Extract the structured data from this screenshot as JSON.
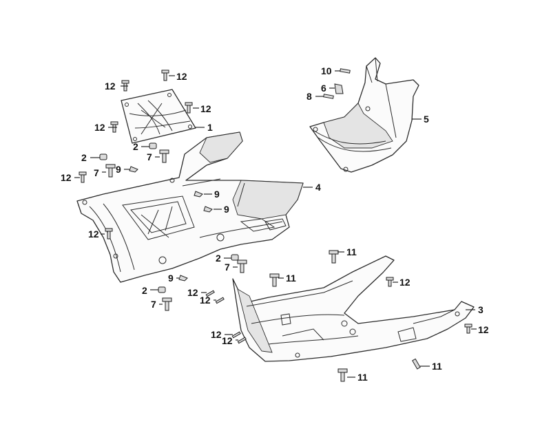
{
  "diagram": {
    "callouts": [
      {
        "id": "c1",
        "label": "1"
      },
      {
        "id": "c2a",
        "label": "2"
      },
      {
        "id": "c2b",
        "label": "2"
      },
      {
        "id": "c2c",
        "label": "2"
      },
      {
        "id": "c2d",
        "label": "2"
      },
      {
        "id": "c3",
        "label": "3"
      },
      {
        "id": "c4",
        "label": "4"
      },
      {
        "id": "c5",
        "label": "5"
      },
      {
        "id": "c6",
        "label": "6"
      },
      {
        "id": "c7a",
        "label": "7"
      },
      {
        "id": "c7b",
        "label": "7"
      },
      {
        "id": "c7c",
        "label": "7"
      },
      {
        "id": "c7d",
        "label": "7"
      },
      {
        "id": "c8",
        "label": "8"
      },
      {
        "id": "c9a",
        "label": "9"
      },
      {
        "id": "c9b",
        "label": "9"
      },
      {
        "id": "c9c",
        "label": "9"
      },
      {
        "id": "c9d",
        "label": "9"
      },
      {
        "id": "c10",
        "label": "10"
      },
      {
        "id": "c11a",
        "label": "11"
      },
      {
        "id": "c11b",
        "label": "11"
      },
      {
        "id": "c11c",
        "label": "11"
      },
      {
        "id": "c11d",
        "label": "11"
      },
      {
        "id": "c12a",
        "label": "12"
      },
      {
        "id": "c12b",
        "label": "12"
      },
      {
        "id": "c12c",
        "label": "12"
      },
      {
        "id": "c12d",
        "label": "12"
      },
      {
        "id": "c12e",
        "label": "12"
      },
      {
        "id": "c12f",
        "label": "12"
      },
      {
        "id": "c12g",
        "label": "12"
      },
      {
        "id": "c12h",
        "label": "12"
      },
      {
        "id": "c12i",
        "label": "12"
      },
      {
        "id": "c12j",
        "label": "12"
      },
      {
        "id": "c12k",
        "label": "12"
      },
      {
        "id": "c12l",
        "label": "12"
      }
    ]
  }
}
